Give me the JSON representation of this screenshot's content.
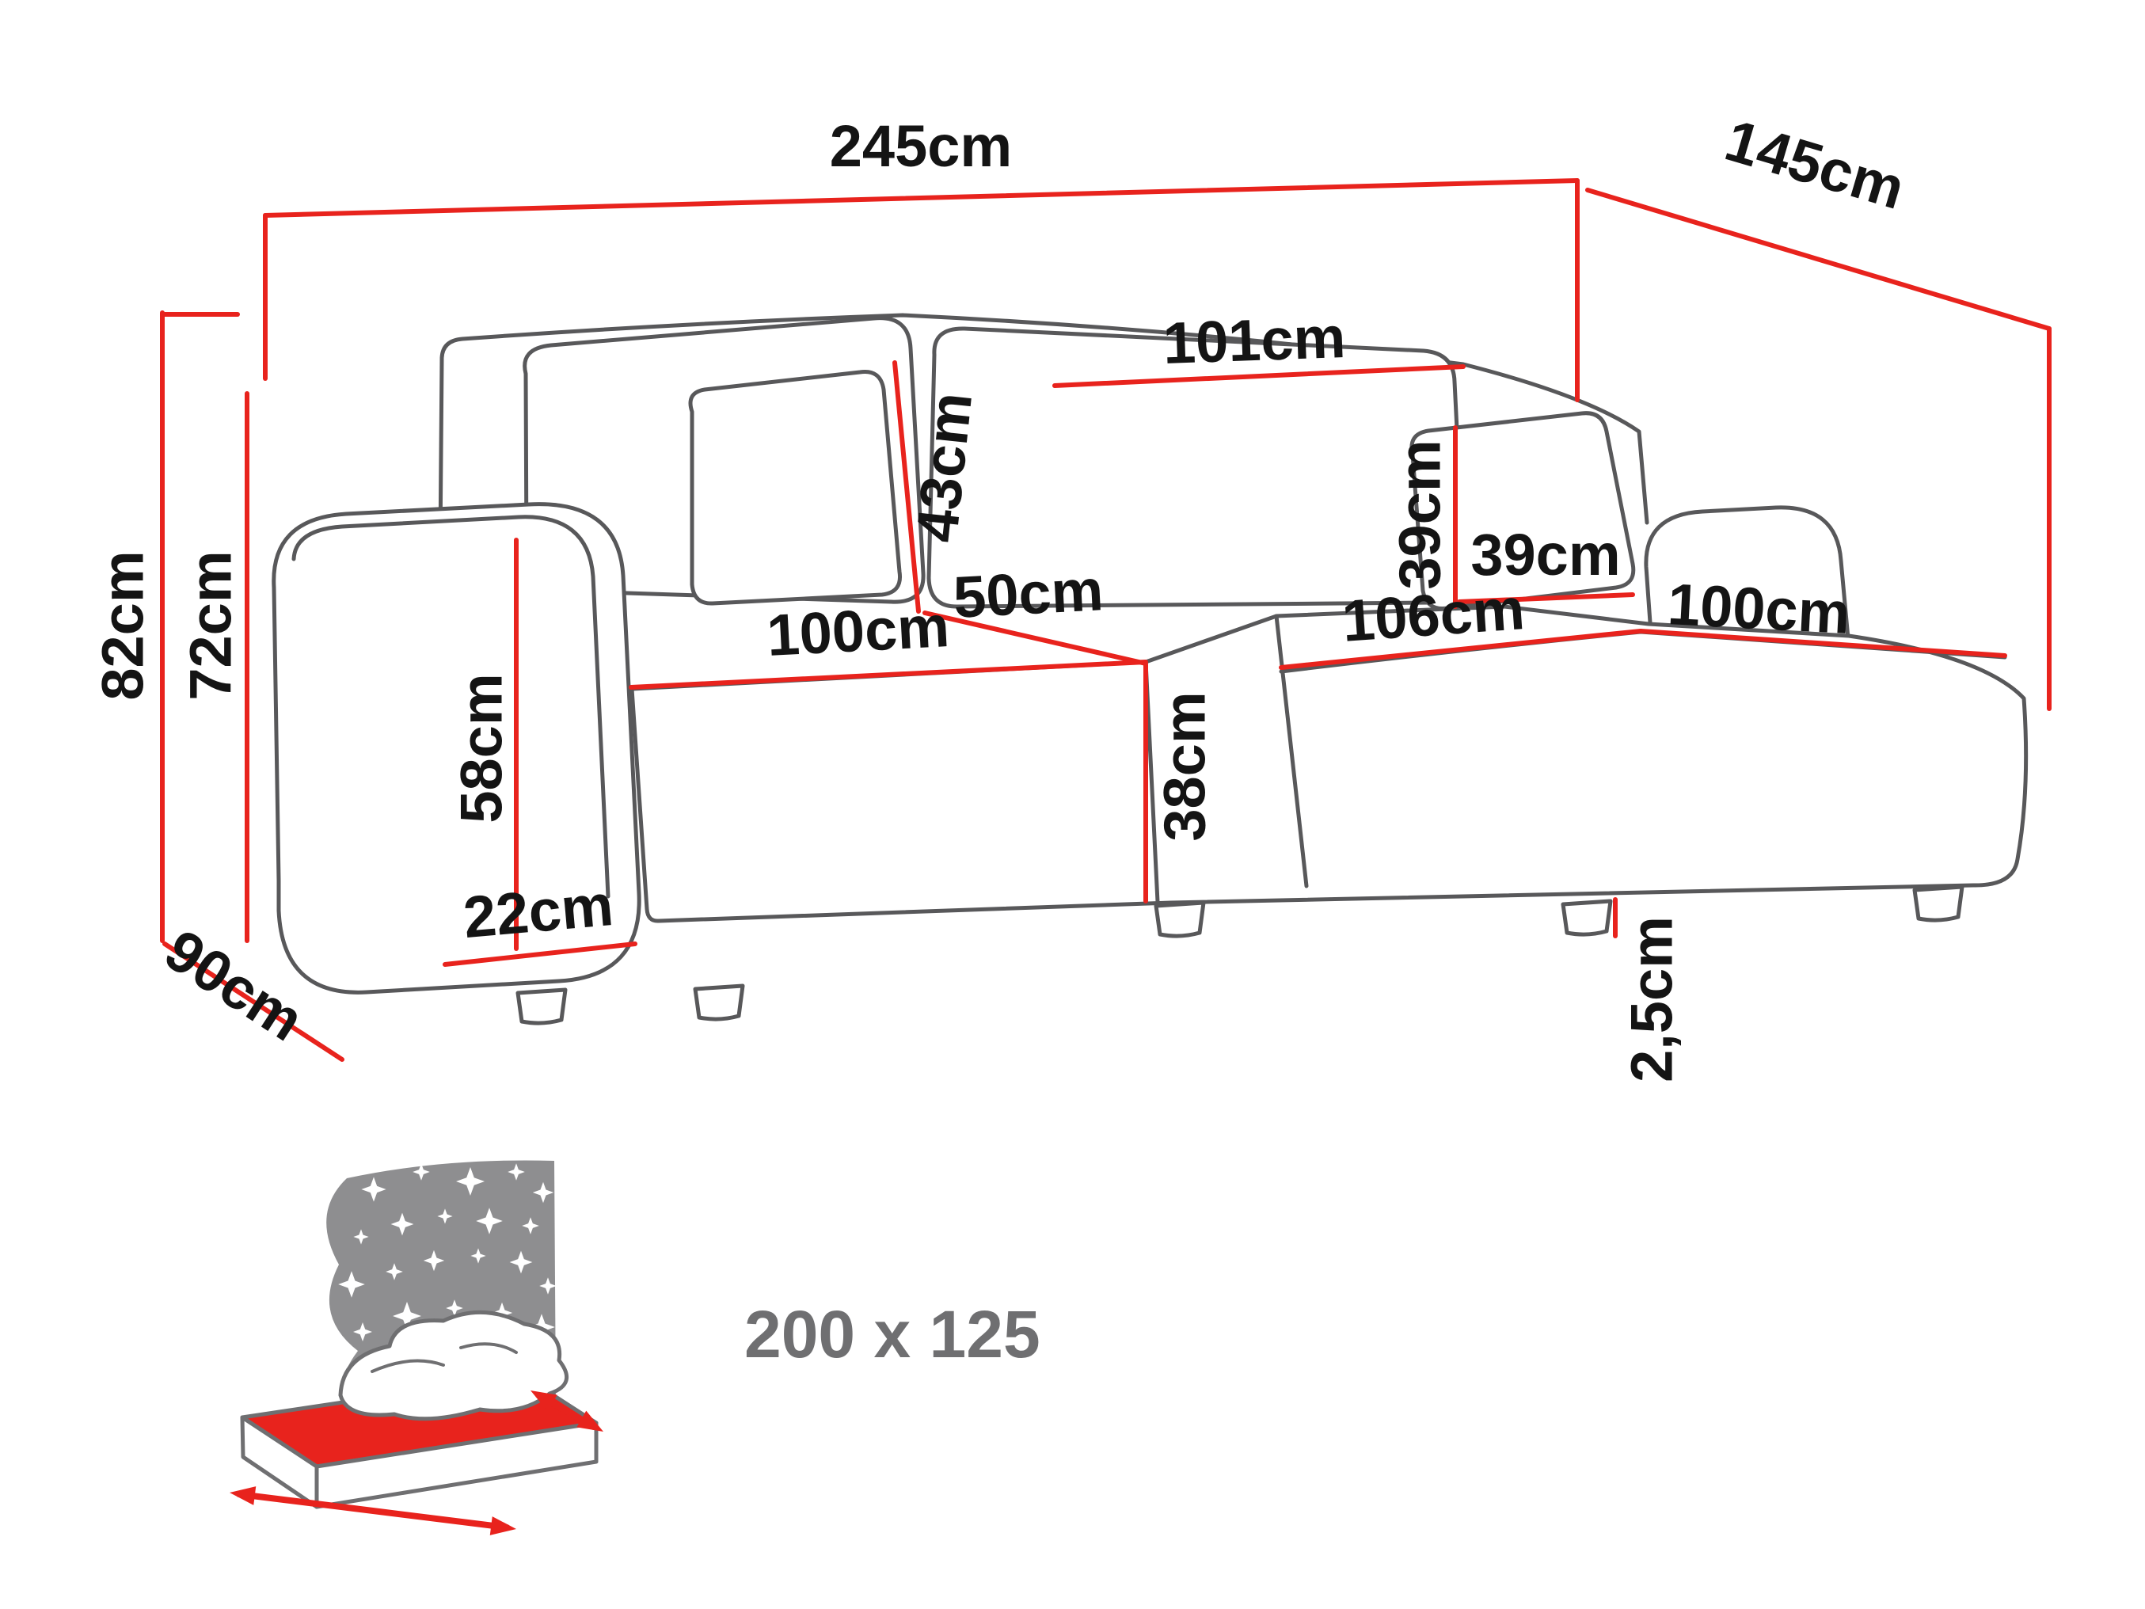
{
  "colors": {
    "dimension_line_red": "#e8231d",
    "sofa_outline_gray": "#58585a",
    "bed_icon_gray": "#8e8e90",
    "dimension_text_black": "#141414",
    "bed_text_gray": "#6f6f71",
    "background": "#ffffff"
  },
  "dims": {
    "total_width": "245cm",
    "total_depth": "145cm",
    "backrest_width": "101cm",
    "back_cushion_height": "43cm",
    "pillow_height": "39cm",
    "pillow_width": "39cm",
    "total_height": "82cm",
    "backrest_height": "72cm",
    "side_depth": "90cm",
    "armrest_height": "58cm",
    "armrest_width": "22cm",
    "left_seat_width": "100cm",
    "seat_depth": "50cm",
    "chaise_seat_width": "106cm",
    "chaise_seat_length": "100cm",
    "seat_height": "38cm",
    "leg_height": "2,5cm"
  },
  "sleeping_area": {
    "size_label": "200 x 125"
  }
}
